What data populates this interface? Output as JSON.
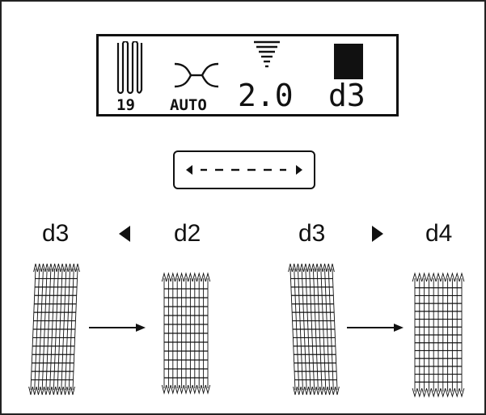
{
  "lcd": {
    "pattern_number": "19",
    "tension_mode": "AUTO",
    "stitch_length": "2.0",
    "density": "d3",
    "icons": [
      "stitch-pattern-icon",
      "tension-icon",
      "length-bars-icon",
      "density-block-icon"
    ]
  },
  "key": {
    "icon": "left-right-arrow-key-icon"
  },
  "examples": {
    "left": {
      "from_label": "d3",
      "to_label": "d2",
      "button_icon": "left-triangle-icon"
    },
    "right": {
      "from_label": "d3",
      "to_label": "d4",
      "button_icon": "right-triangle-icon"
    }
  }
}
